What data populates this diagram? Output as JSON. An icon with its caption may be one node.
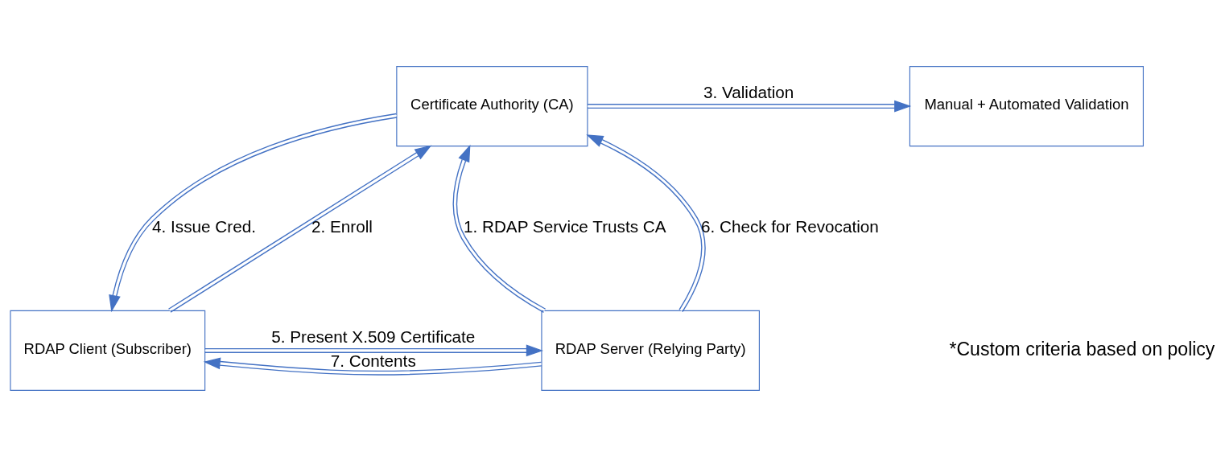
{
  "diagram": {
    "nodes": [
      {
        "text": [
          "Certificate Authority (CA)"
        ]
      },
      {
        "text": [
          "Manual + Automated Validation"
        ]
      },
      {
        "text": [
          "RDAP Client (Subscriber)"
        ]
      },
      {
        "text": [
          "RDAP Server (Relying Party)"
        ]
      }
    ],
    "edges": [
      {
        "from": 3,
        "to": 0,
        "arrow": "to",
        "label": "1. RDAP Service Trusts CA"
      },
      {
        "from": 2,
        "to": 0,
        "arrow": "to",
        "label": "2. Enroll"
      },
      {
        "from": 0,
        "to": 1,
        "arrow": "to",
        "label": "3. Validation"
      },
      {
        "from": 0,
        "to": 2,
        "arrow": "to",
        "label": "4. Issue Cred."
      },
      {
        "from": 2,
        "to": 3,
        "arrow": "to",
        "label": "5. Present X.509 Certificate"
      },
      {
        "from": 3,
        "to": 0,
        "arrow": "to",
        "label": "6. Check for Revocation"
      },
      {
        "from": 3,
        "to": 2,
        "arrow": "to",
        "label": "7. Contents"
      }
    ],
    "labels": [
      "*Custom criteria based on policy"
    ]
  }
}
